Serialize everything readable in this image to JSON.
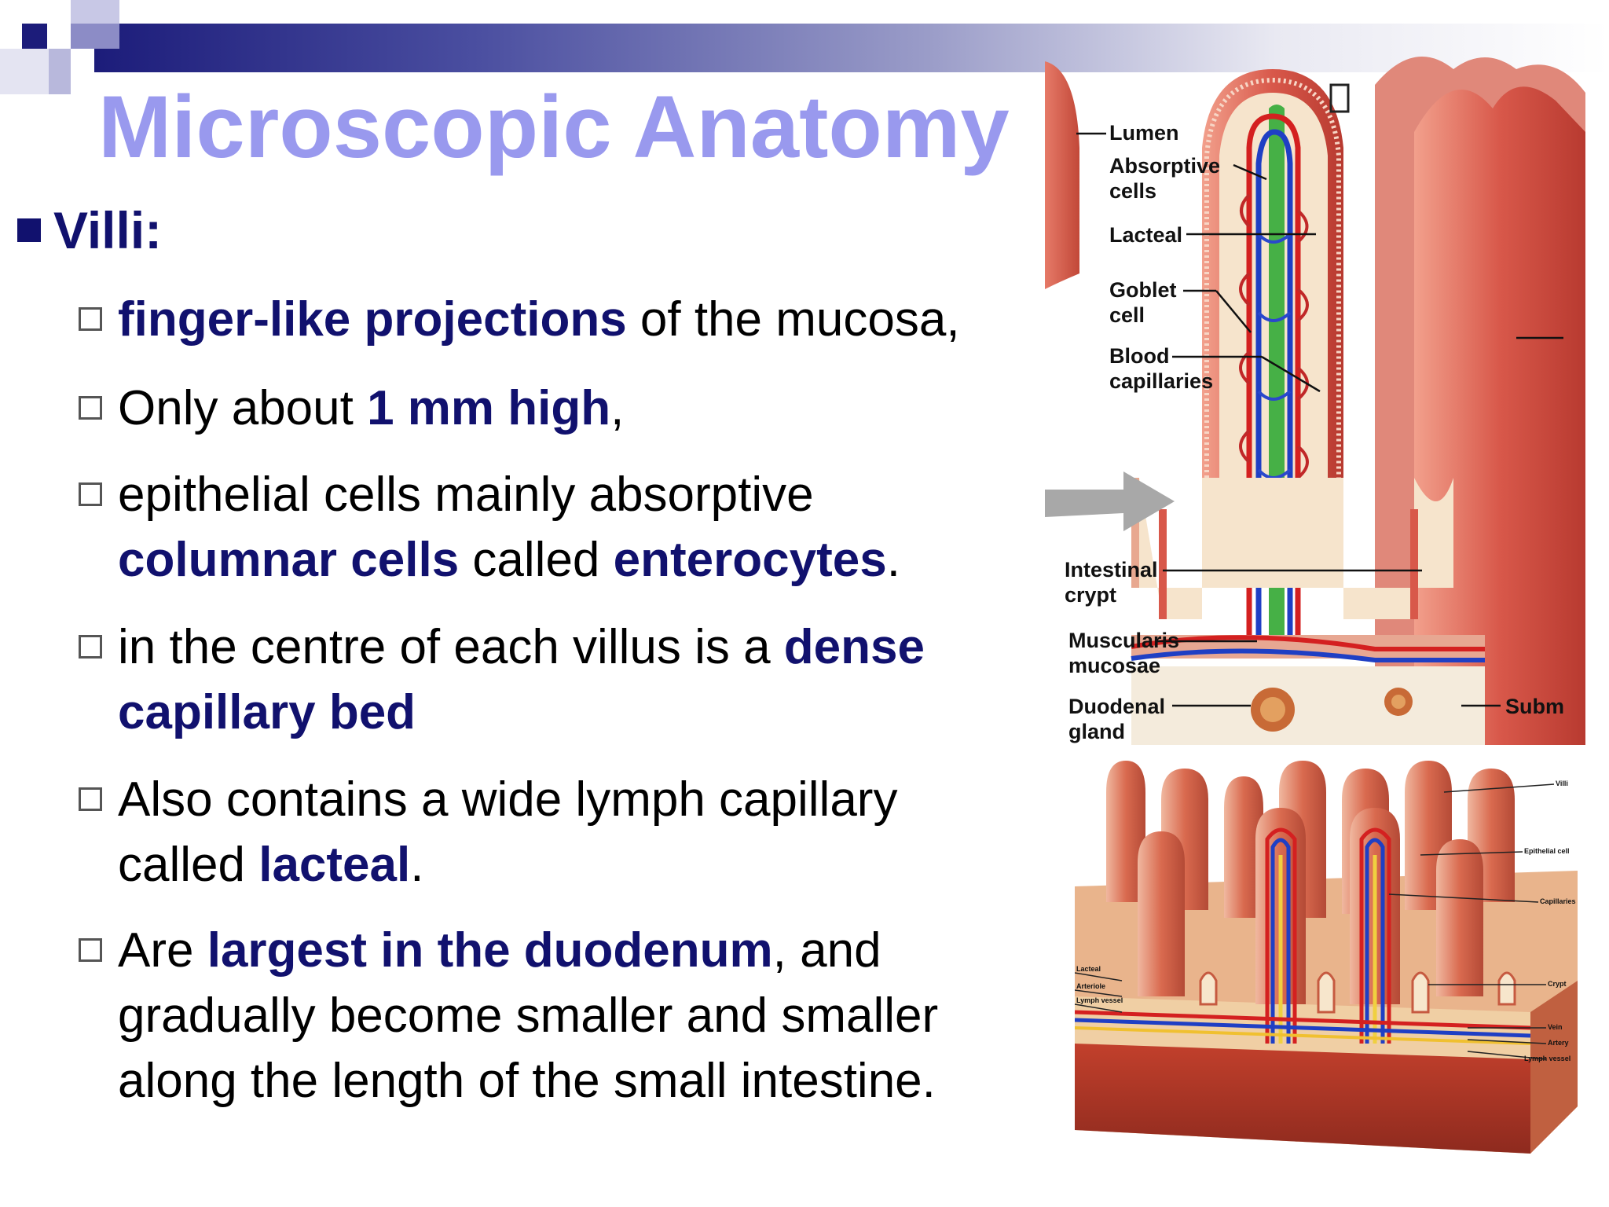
{
  "slide": {
    "title": "Microscopic Anatomy",
    "heading": "Villi:",
    "items": [
      {
        "parts": [
          "",
          "finger-like projections",
          " of the mucosa,"
        ]
      },
      {
        "parts": [
          "Only about ",
          "1 mm high",
          ","
        ]
      },
      {
        "parts": [
          "epithelial cells mainly absorptive ",
          "columnar cells",
          " called ",
          "enterocytes",
          "."
        ]
      },
      {
        "parts": [
          "in the centre of each villus is a ",
          "dense capillary bed",
          ""
        ]
      },
      {
        "parts": [
          "Also contains a wide lymph capillary called ",
          "lacteal",
          "."
        ]
      },
      {
        "parts": [
          "Are ",
          "largest in the duodenum",
          ", and gradually become smaller and smaller along the length of the small intestine."
        ]
      }
    ]
  },
  "figure_top": {
    "labels": [
      "Lumen",
      "Absorptive",
      "cells",
      "Lacteal",
      "Goblet",
      "cell",
      "Blood",
      "capillaries",
      "Intestinal",
      "crypt",
      "Muscularis",
      "mucosae",
      "Duodenal",
      "gland",
      "Subm"
    ]
  },
  "figure_bottom": {
    "labels": [
      "Villi",
      "Epithelial cell",
      "Capillaries",
      "Crypt",
      "Vein",
      "Artery",
      "Lymph vessel",
      "Lacteal",
      "Arteriole",
      "Lymph vessel"
    ]
  },
  "colors": {
    "accent": "#11116e",
    "title": "#9999ee",
    "tissue": "#d8584a",
    "artery": "#d42020",
    "vein": "#1f3fc4",
    "lacteal": "#46b046"
  }
}
